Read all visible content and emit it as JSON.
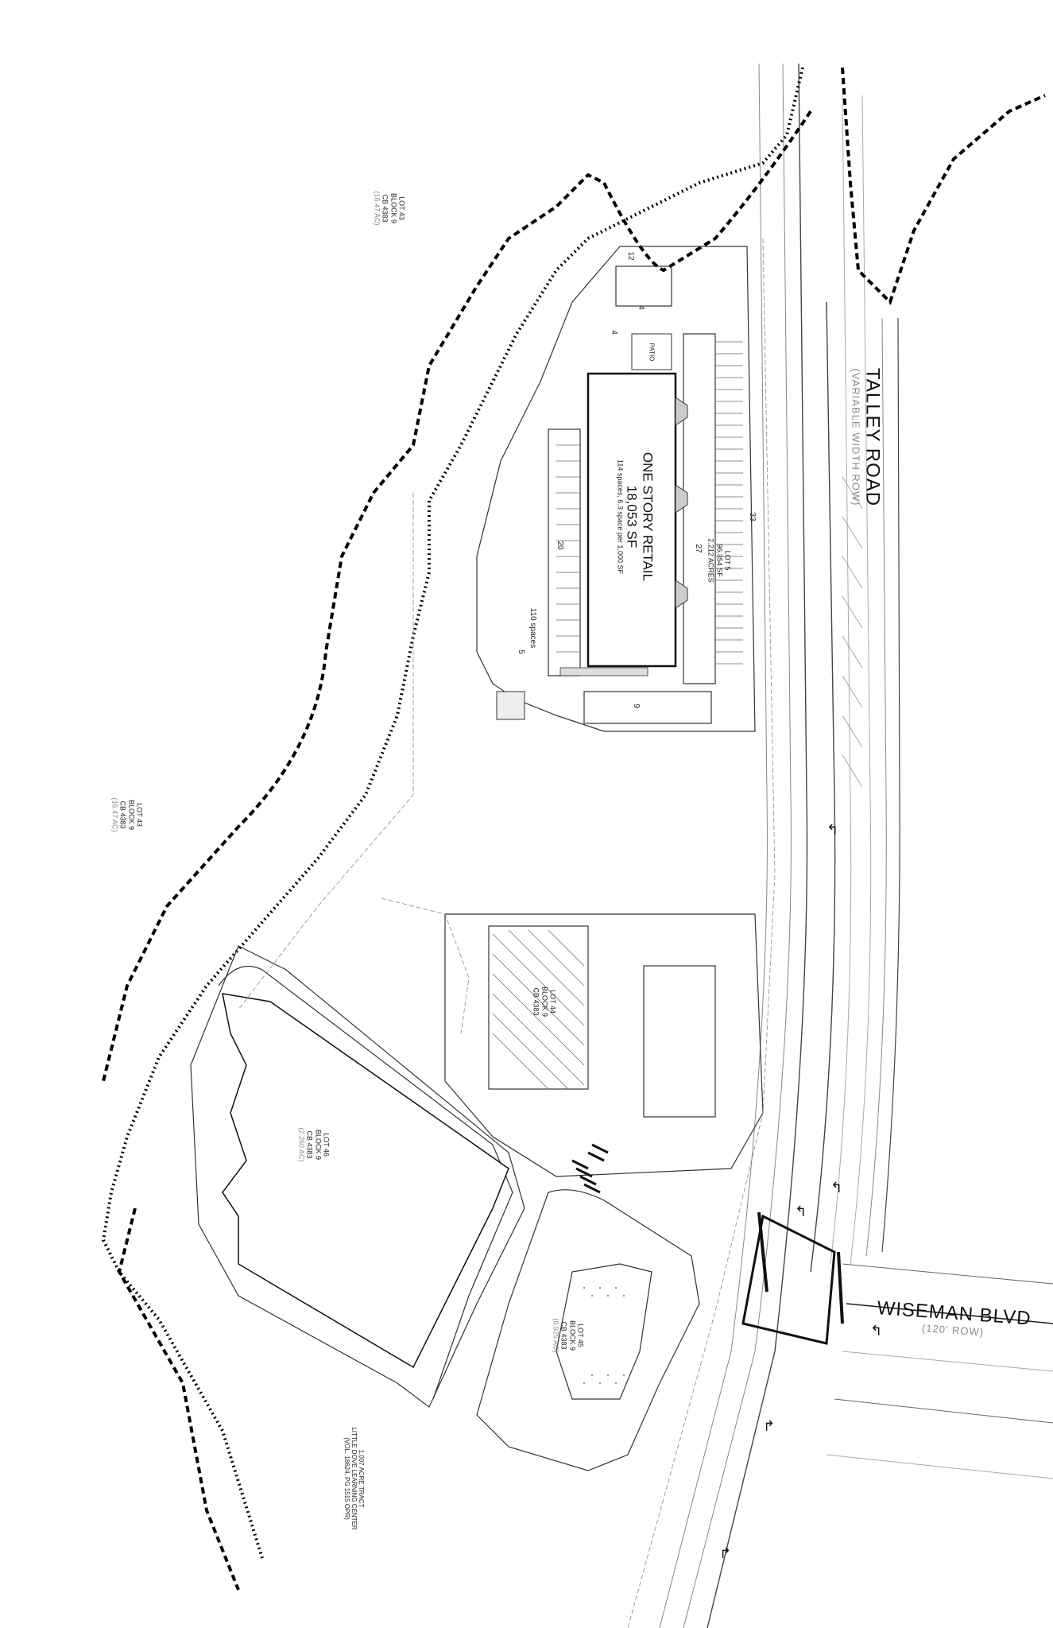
{
  "streets": {
    "talley": {
      "name": "TALLEY ROAD",
      "row": "(VARIABLE WIDTH ROW)"
    },
    "wiseman": {
      "name": "WISEMAN BLVD",
      "row": "(120' ROW)"
    }
  },
  "building": {
    "title": "ONE STORY RETAIL",
    "area": "18,053 SF",
    "parking_note": "114 spaces, 6.3 space per 1,000 SF",
    "patio_label": "PATIO"
  },
  "lots": {
    "lot43_top": {
      "lot": "LOT 43",
      "block": "BLOCK 9",
      "cb": "CB 4383",
      "acres": "(16.47 AC)"
    },
    "lot43_mid": {
      "lot": "LOT 43",
      "block": "BLOCK 9",
      "cb": "CB 4383",
      "acres": "(16.47 AC)"
    },
    "lot5": {
      "lot": "LOT 5",
      "sf": "96,354 SF",
      "acres": "2.212 ACRES"
    },
    "lot44": {
      "lot": "LOT 44",
      "block": "BLOCK 9",
      "cb": "CB 4383"
    },
    "lot46": {
      "lot": "LOT 46",
      "block": "BLOCK 9",
      "cb": "CB 4383",
      "acres": "(2.260 AC)"
    },
    "lot45": {
      "lot": "LOT 45",
      "block": "BLOCK 9",
      "cb": "CB 4383",
      "acres": "(0.925 AC)"
    }
  },
  "tract": {
    "line1": "1.007 ACRE TRACT",
    "line2": "LITTLE DOVE LEARNING CENTER",
    "line3": "(VOL. 18624, PG 1515 OPR)"
  },
  "parking_counts": {
    "c12": "12",
    "c4a": "4",
    "c4b": "4",
    "c33": "33",
    "c27": "27",
    "c20": "20",
    "c5": "5",
    "c9": "9",
    "spaces110": "110 spaces"
  },
  "colors": {
    "line": "#222222",
    "light": "#9a9a9a",
    "dashed_boundary": "#000000"
  }
}
